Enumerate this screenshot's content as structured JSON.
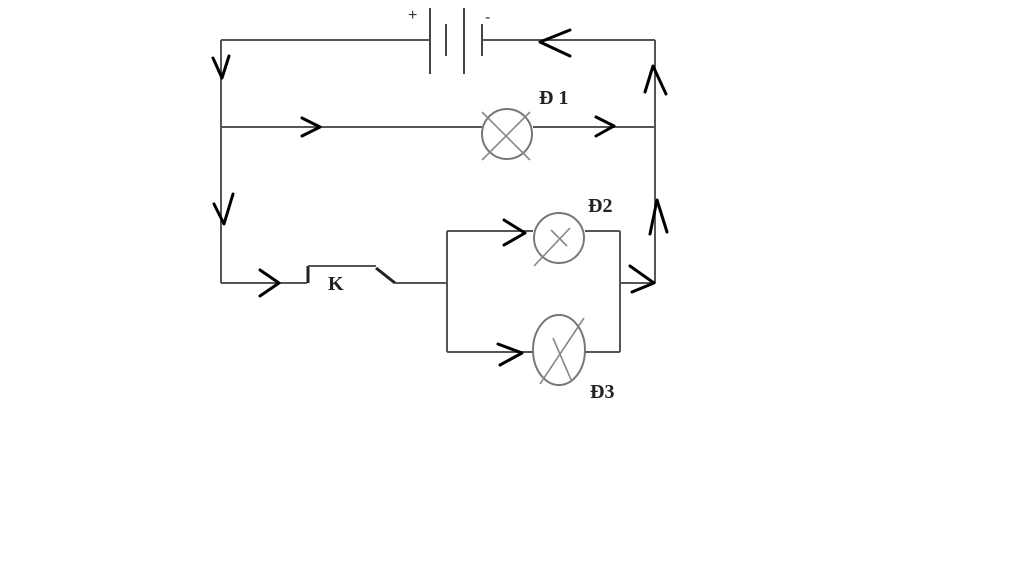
{
  "diagram": {
    "battery": {
      "plus_sign": "+",
      "minus_sign": "-"
    },
    "lamps": {
      "d1": "Đ 1",
      "d2": "Đ2",
      "d3": "Đ3"
    },
    "switch": {
      "label": "K"
    },
    "colors": {
      "wire": "#555555",
      "arrow": "#000000",
      "background": "#ffffff"
    }
  }
}
